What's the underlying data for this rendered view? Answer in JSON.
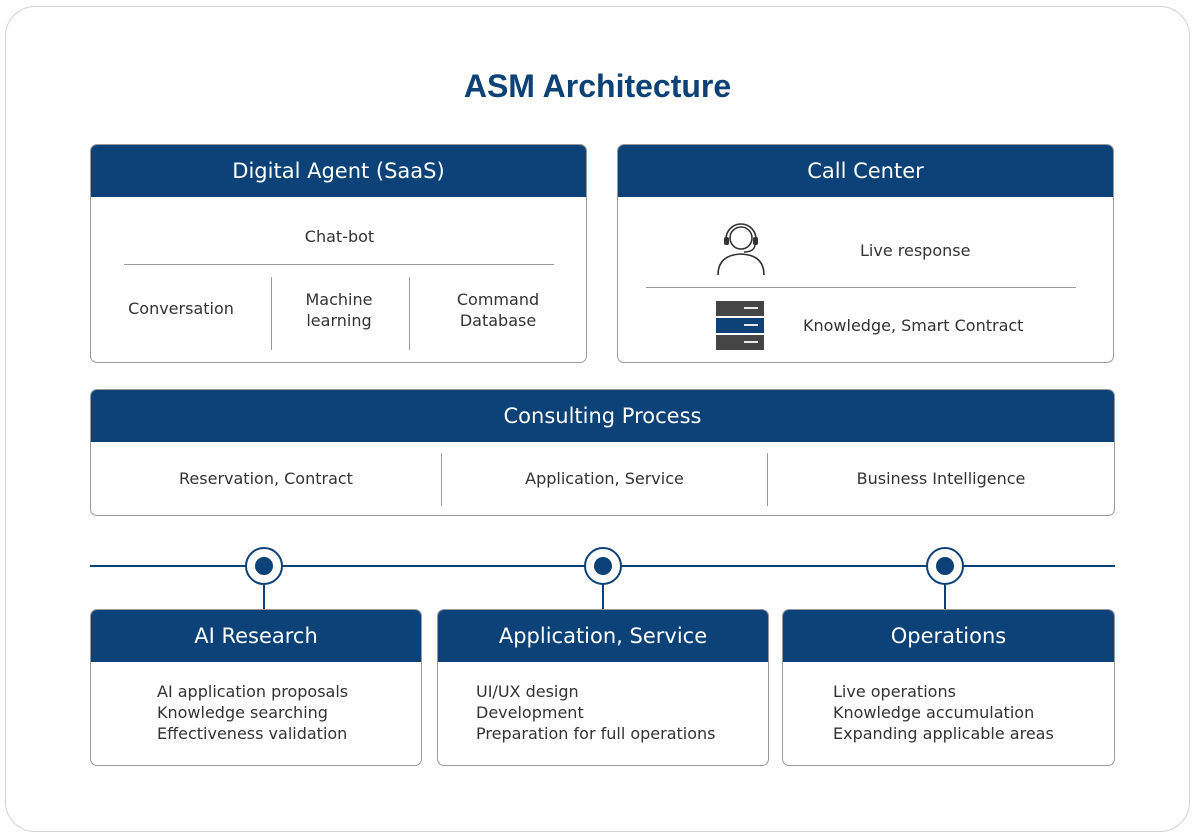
{
  "title": "ASM Architecture",
  "digital_agent": {
    "header": "Digital Agent (SaaS)",
    "top_item": "Chat-bot",
    "items": [
      "Conversation",
      "Machine learning",
      "Command Database"
    ]
  },
  "call_center": {
    "header": "Call Center",
    "rows": [
      {
        "icon": "headset-person-icon",
        "label": "Live response"
      },
      {
        "icon": "server-icon",
        "label": "Knowledge, Smart Contract"
      }
    ]
  },
  "consulting": {
    "header": "Consulting Process",
    "items": [
      "Reservation, Contract",
      "Application, Service",
      "Business Intelligence"
    ]
  },
  "phases": [
    {
      "header": "AI Research",
      "lines": [
        "AI application proposals",
        "Knowledge searching",
        "Effectiveness validation"
      ]
    },
    {
      "header": "Application, Service",
      "lines": [
        "UI/UX design",
        "Development",
        "Preparation for full operations"
      ]
    },
    {
      "header": "Operations",
      "lines": [
        "Live operations",
        "Knowledge accumulation",
        "Expanding applicable areas"
      ]
    }
  ],
  "colors": {
    "primary": "#0c4277",
    "border": "#9a9a9a",
    "text": "#333333"
  }
}
